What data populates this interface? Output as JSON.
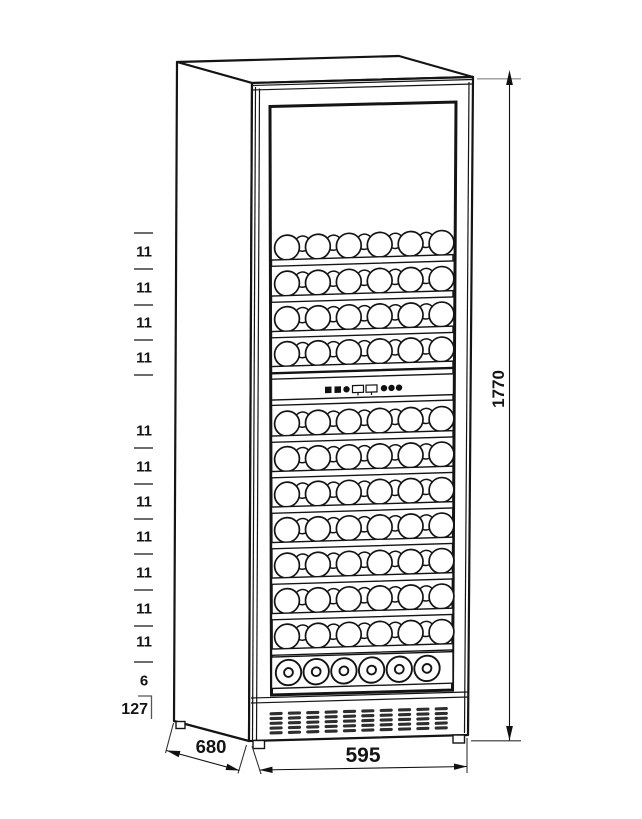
{
  "drawing": {
    "subject": "wine-cabinet-dimension-drawing",
    "labels": {
      "height": "1770",
      "width": "595",
      "depth": "680",
      "plinth_height": "127",
      "base_gap": "6"
    },
    "shelf_gap_labels_top": [
      "11",
      "11",
      "11",
      "11"
    ],
    "shelf_gap_labels_bottom": [
      "11",
      "11",
      "11",
      "11",
      "11",
      "11",
      "11"
    ],
    "counts": {
      "top_bottle_rows": 4,
      "bottom_bottle_rows": 7,
      "bottles_per_row_front": 6,
      "bottles_per_row_back": 5,
      "display_row_bottles": 6,
      "grille_columns": 10,
      "grille_rows": 5,
      "control_icon_count": 8
    },
    "colors": {
      "line": "#141414",
      "background": "#ffffff"
    }
  }
}
